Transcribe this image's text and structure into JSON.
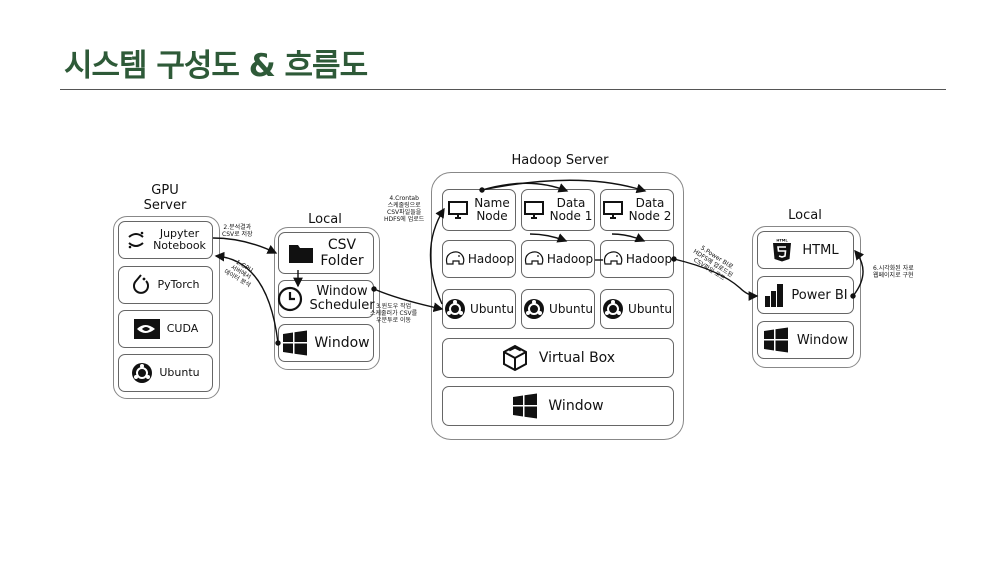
{
  "page": {
    "title": "시스템 구성도 & 흐름도"
  },
  "gpu_server": {
    "title": "GPU\nServer",
    "items": [
      "Jupyter\nNotebook",
      "PyTorch",
      "CUDA",
      "Ubuntu"
    ]
  },
  "local_left": {
    "title": "Local",
    "items": [
      "CSV\nFolder",
      "Window\nScheduler",
      "Window"
    ]
  },
  "hadoop_server": {
    "title": "Hadoop Server",
    "nodes": [
      "Name\nNode",
      "Data\nNode 1",
      "Data\nNode 2"
    ],
    "hadoop": [
      "Hadoop",
      "Hadoop",
      "Hadoop"
    ],
    "ubuntu": [
      "Ubuntu",
      "Ubuntu",
      "Ubuntu"
    ],
    "virtualbox": "Virtual Box",
    "window": "Window"
  },
  "local_right": {
    "title": "Local",
    "items": [
      "HTML",
      "Power BI",
      "Window"
    ]
  },
  "annotations": {
    "step1": "1.GPU\n서버에서\n데이터 분석",
    "step2": "2.분석결과\nCSV로 저장",
    "step3": "3.윈도우 작업\n스케줄러가 CSV를\n우분투로 이동",
    "step4": "4.Crontab\n스케줄링으로\nCSV파일들을\nHDFS에 업로드",
    "step5": "5.Power BI로\nHDFS에 업로드된\nCSV파일 로드",
    "step6": "6.시각화된 자료\n웹페이지로 구현"
  }
}
